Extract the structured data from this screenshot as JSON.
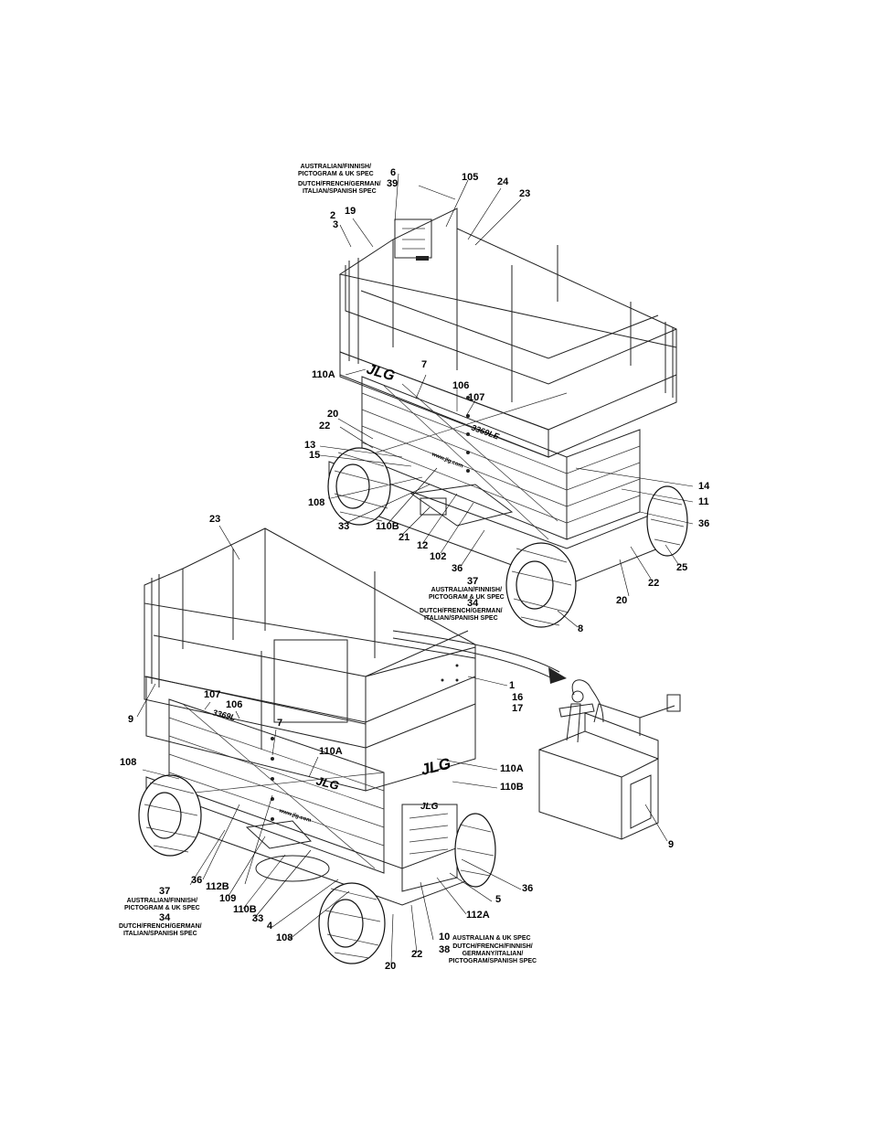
{
  "upper_machine": {
    "model_text": "3369LE",
    "web_text": "www.jlg.com",
    "brand": "JLG",
    "callouts": [
      {
        "id": "c6",
        "text": "6"
      },
      {
        "id": "c39",
        "text": "39"
      },
      {
        "id": "c105",
        "text": "105"
      },
      {
        "id": "c24",
        "text": "24"
      },
      {
        "id": "c23",
        "text": "23"
      },
      {
        "id": "c2",
        "text": "2"
      },
      {
        "id": "c3",
        "text": "3"
      },
      {
        "id": "c19",
        "text": "19"
      },
      {
        "id": "c110a",
        "text": "110A"
      },
      {
        "id": "c7",
        "text": "7"
      },
      {
        "id": "c106",
        "text": "106"
      },
      {
        "id": "c107",
        "text": "107"
      },
      {
        "id": "c20",
        "text": "20"
      },
      {
        "id": "c22",
        "text": "22"
      },
      {
        "id": "c13",
        "text": "13"
      },
      {
        "id": "c15",
        "text": "15"
      },
      {
        "id": "c108",
        "text": "108"
      },
      {
        "id": "c33",
        "text": "33"
      },
      {
        "id": "c110b",
        "text": "110B"
      },
      {
        "id": "c21",
        "text": "21"
      },
      {
        "id": "c12",
        "text": "12"
      },
      {
        "id": "c102",
        "text": "102"
      },
      {
        "id": "c36a",
        "text": "36"
      },
      {
        "id": "c37",
        "text": "37"
      },
      {
        "id": "c34",
        "text": "34"
      },
      {
        "id": "c8",
        "text": "8"
      },
      {
        "id": "c20b",
        "text": "20"
      },
      {
        "id": "c22b",
        "text": "22"
      },
      {
        "id": "c25",
        "text": "25"
      },
      {
        "id": "c36b",
        "text": "36"
      },
      {
        "id": "c11",
        "text": "11"
      },
      {
        "id": "c14",
        "text": "14"
      }
    ],
    "notes": {
      "top_a": "AUSTRALIAN/FINNISH/\nPICTOGRAM & UK SPEC",
      "top_b": "DUTCH/FRENCH/GERMAN/\nITALIAN/SPANISH SPEC",
      "mid_a": "AUSTRALIAN/FINNISH/\nPICTOGRAM & UK SPEC",
      "mid_b": "DUTCH/FRENCH/GERMAN/\nITALIAN/SPANISH SPEC"
    }
  },
  "lower_machine": {
    "model_text": "3369L",
    "web_text": "www.jlg.com",
    "brand": "JLG",
    "callouts": [
      {
        "id": "d23",
        "text": "23"
      },
      {
        "id": "d9",
        "text": "9"
      },
      {
        "id": "d107",
        "text": "107"
      },
      {
        "id": "d106",
        "text": "106"
      },
      {
        "id": "d7",
        "text": "7"
      },
      {
        "id": "d110a1",
        "text": "110A"
      },
      {
        "id": "d1",
        "text": "1"
      },
      {
        "id": "d16",
        "text": "16"
      },
      {
        "id": "d17",
        "text": "17"
      },
      {
        "id": "d110a2",
        "text": "110A"
      },
      {
        "id": "d110b",
        "text": "110B"
      },
      {
        "id": "d108",
        "text": "108"
      },
      {
        "id": "d37",
        "text": "37"
      },
      {
        "id": "d34",
        "text": "34"
      },
      {
        "id": "d36",
        "text": "36"
      },
      {
        "id": "d112b",
        "text": "112B"
      },
      {
        "id": "d109",
        "text": "109"
      },
      {
        "id": "d110b2",
        "text": "110B"
      },
      {
        "id": "d33",
        "text": "33"
      },
      {
        "id": "d4",
        "text": "4"
      },
      {
        "id": "d108b",
        "text": "108"
      },
      {
        "id": "d20",
        "text": "20"
      },
      {
        "id": "d22",
        "text": "22"
      },
      {
        "id": "d10",
        "text": "10"
      },
      {
        "id": "d38",
        "text": "38"
      },
      {
        "id": "d112a",
        "text": "112A"
      },
      {
        "id": "d5",
        "text": "5"
      },
      {
        "id": "d36b",
        "text": "36"
      }
    ],
    "notes": {
      "left_a": "AUSTRALIAN/FINNISH/\nPICTOGRAM & UK SPEC",
      "left_b": "DUTCH/FRENCH/GERMAN/\nITALIAN/SPANISH SPEC",
      "right_a": "AUSTRALIAN & UK SPEC",
      "right_b": "DUTCH/FRENCH/FINNISH/\nGERMANY/ITALIAN/\nPICTOGRAM/SPANISH SPEC"
    }
  },
  "control_box": {
    "callouts": [
      {
        "id": "e9",
        "text": "9"
      }
    ]
  }
}
